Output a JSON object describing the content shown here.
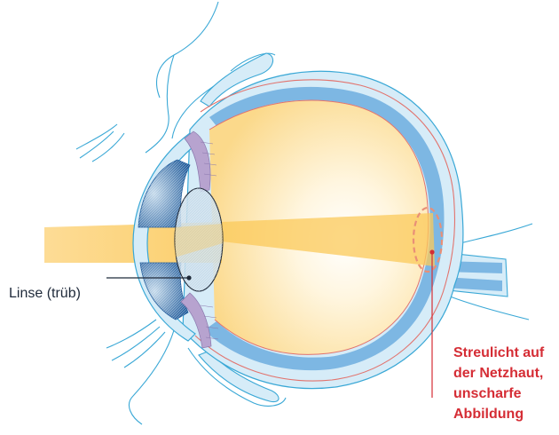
{
  "labels": {
    "lens": "Linse (trüb)",
    "scatter_lines": [
      "Streulicht auf",
      "der Netzhaut,",
      "unscharfe",
      "Abbildung"
    ]
  },
  "colors": {
    "outline": "#3aa8d6",
    "sclera_fill": "#d6ecf8",
    "choroid_band": "#7db7e3",
    "retina_line": "#e2736d",
    "vitreous": "#fbd98b",
    "light_beam": "#fcd57e",
    "iris": "#1f5a9a",
    "ciliary": "#b7a3cf",
    "lens_fill": "#c8dcea",
    "lens_line": "#1f2a3a",
    "accent_red": "#d52d35"
  }
}
